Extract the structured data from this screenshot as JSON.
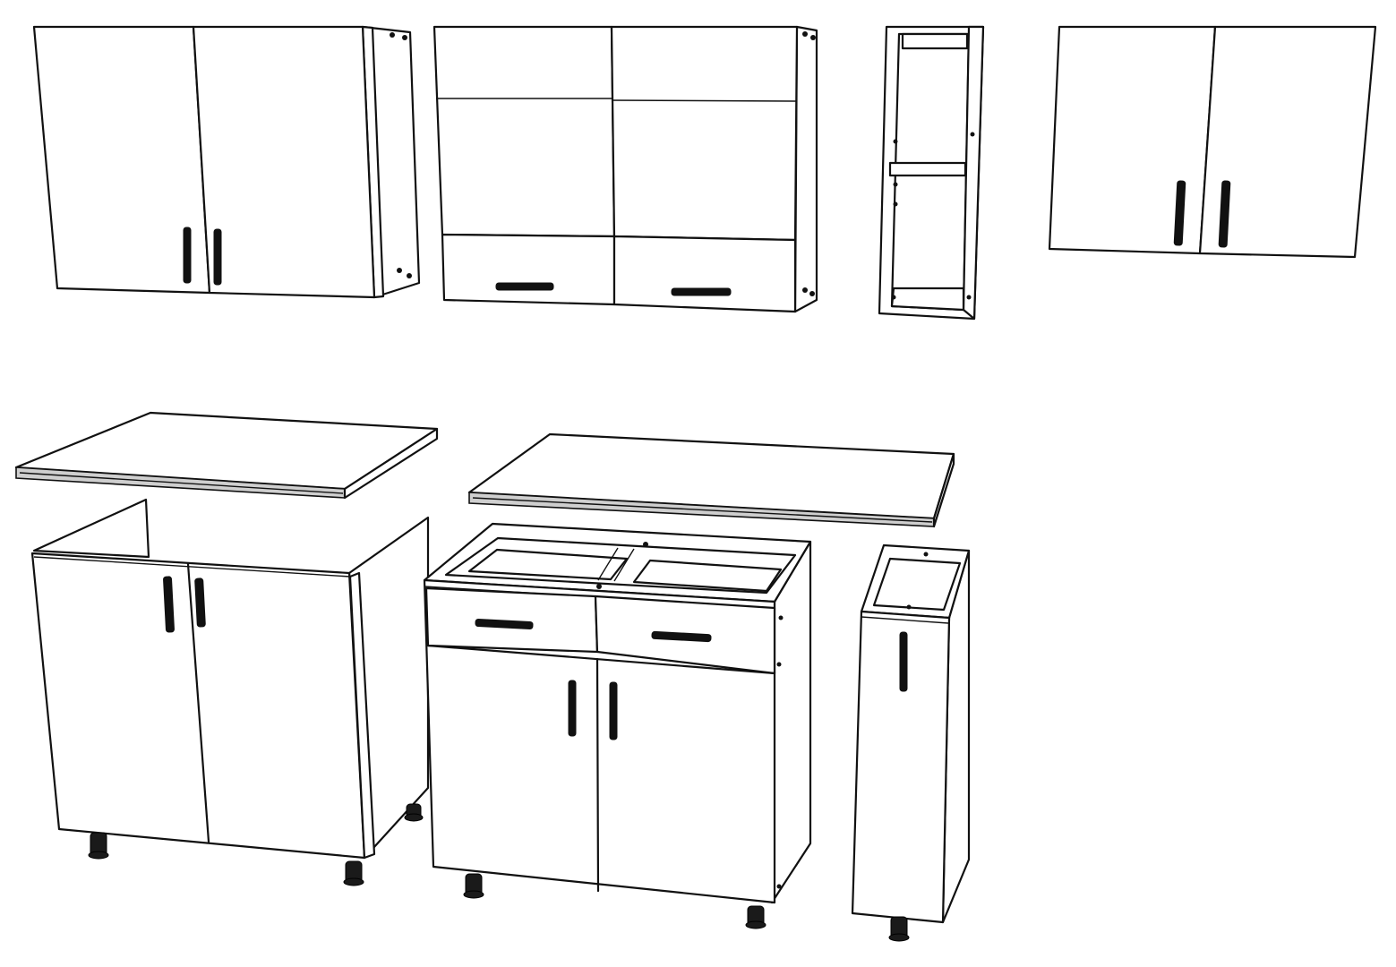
{
  "illustration": {
    "colors": {
      "line": "#111111",
      "fill": "#ffffff",
      "edge": "#cfcfcf",
      "hardware": "#111111"
    },
    "wall_units": [
      {
        "id": "wall-cabinet-two-door",
        "doors": 2,
        "handles": "vertical"
      },
      {
        "id": "wall-cabinet-glass-flap",
        "doors": 2,
        "lower_flaps": 2,
        "handles": "horizontal"
      },
      {
        "id": "wall-open-shelf-unit",
        "shelves": 1
      },
      {
        "id": "wall-cabinet-two-door-small",
        "doors": 2,
        "handles": "vertical"
      }
    ],
    "base_units": [
      {
        "id": "base-cabinet-two-door",
        "doors": 2,
        "legs": 4,
        "worktop": true
      },
      {
        "id": "base-cabinet-drawers-doors",
        "drawers": 2,
        "doors": 2,
        "legs": 4,
        "worktop": true
      },
      {
        "id": "base-cabinet-narrow",
        "doors": 1,
        "legs": 2
      }
    ]
  }
}
